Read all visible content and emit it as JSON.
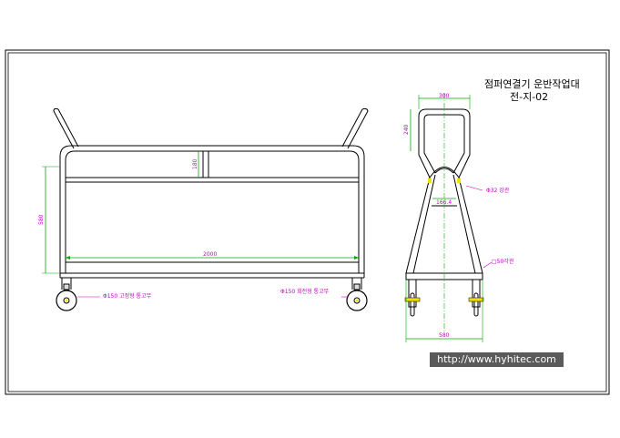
{
  "title": {
    "line1": "점퍼연결기 운반작업대",
    "line2": "전-지-02"
  },
  "front_view": {
    "height_dim": "580",
    "panel_dim": "180",
    "width_dim": "2000",
    "caster_left_label": "Φ150 고정형 통고무",
    "caster_right_label": "Φ150 회전형 통고무"
  },
  "side_view": {
    "top_width_dim": "300",
    "top_height_dim": "240",
    "pipe_label": "Φ32 강관",
    "inner_dim": "166.4",
    "tube_label": "□50각관",
    "base_width_dim": "580"
  },
  "url": "http://www.hyhitec.com"
}
